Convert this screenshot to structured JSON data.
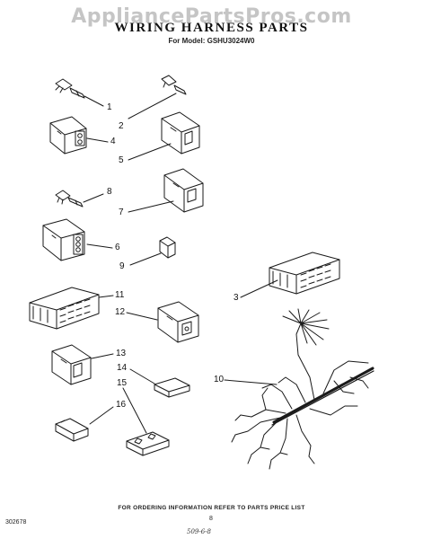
{
  "watermark": "AppliancePartsPros.com",
  "title": "WIRING HARNESS PARTS",
  "subtitle": "For Model: GSHU3024W0",
  "callouts": {
    "c1": "1",
    "c2": "2",
    "c3": "3",
    "c4": "4",
    "c5": "5",
    "c6": "6",
    "c7": "7",
    "c8": "8",
    "c9": "9",
    "c10": "10",
    "c11": "11",
    "c12": "12",
    "c13": "13",
    "c14": "14",
    "c15": "15",
    "c16": "16"
  },
  "footer": {
    "ordering_note": "FOR ORDERING INFORMATION REFER TO PARTS PRICE LIST",
    "page_number": "8",
    "doc_code": "302678",
    "handwritten": "509-6-8"
  }
}
